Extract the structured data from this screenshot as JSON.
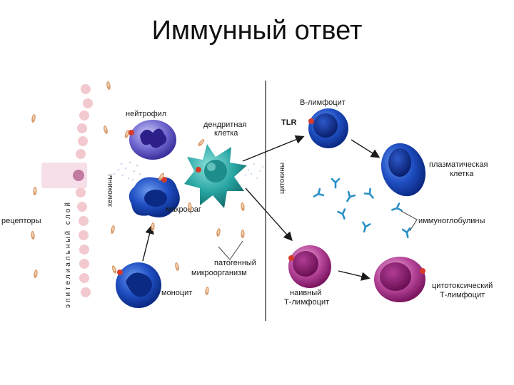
{
  "slide": {
    "title": "Иммунный ответ"
  },
  "labels": {
    "epithelial": "эпителиальный слой",
    "chemokines": "хемокины",
    "cytokines": "цитокины",
    "neutrophil": "нейтрофил",
    "dendritic_1": "дендритная",
    "dendritic_2": "клетка",
    "macrophage": "макрофаг",
    "receptors": "рецепторы",
    "monocyte": "моноцит",
    "pathogen_1": "патогенный",
    "pathogen_2": "микроорганизм",
    "b_lymph": "В-лимфоцит",
    "tlr": "TLR",
    "plasma_1": "плазматическая",
    "plasma_2": "клетка",
    "immunoglobulins": "иммуноглобулины",
    "naive_1": "наивный",
    "naive_2": "Т-лимфоцит",
    "cytotoxic_1": "цитотоксический",
    "cytotoxic_2": "Т-лимфоцит"
  },
  "colors": {
    "blue_cell": "#1f4fbf",
    "blue_dark": "#0d2c86",
    "purple_cell": "#8e1f74",
    "dendritic": "#2aa9a8",
    "epithelial": "#f2c9cf",
    "pathogen": "#d39a6b",
    "antibody": "#2a8fc7"
  }
}
